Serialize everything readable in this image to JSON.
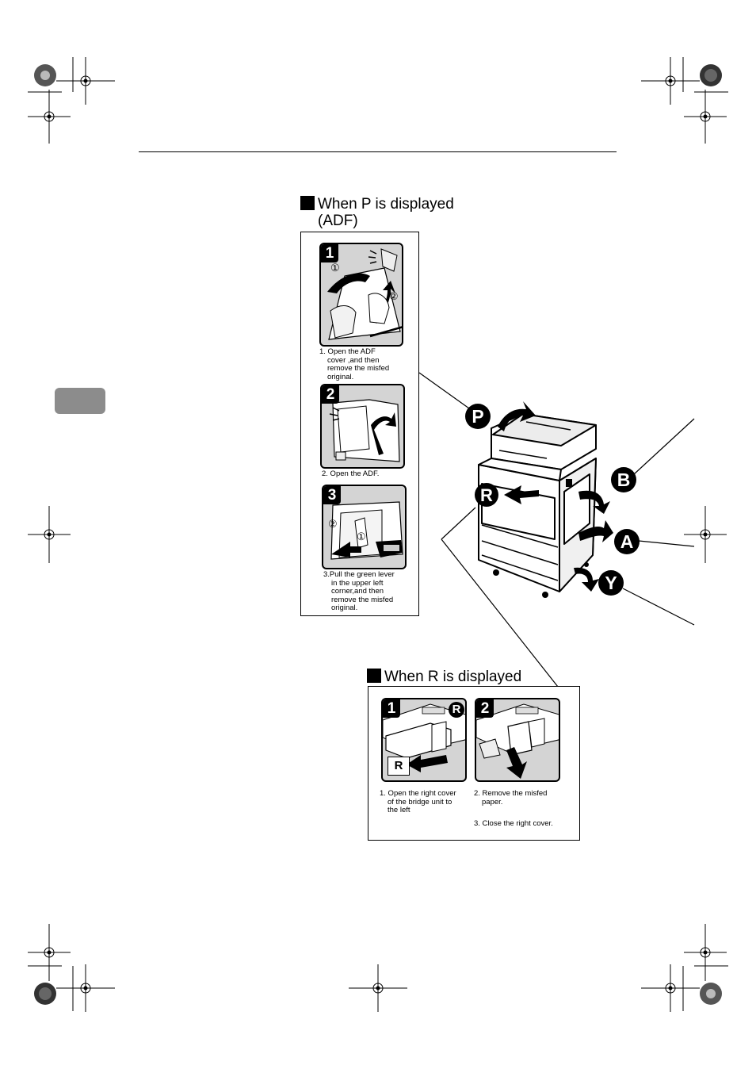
{
  "sections": {
    "adf": {
      "heading_line1": "When P is displayed",
      "heading_line2": "(ADF)",
      "steps": [
        {
          "number": "1",
          "caption_lines": [
            "1. Open the ADF",
            "cover ,and then",
            "remove the misfed",
            "original."
          ]
        },
        {
          "number": "2",
          "caption_lines": [
            "2. Open the ADF."
          ]
        },
        {
          "number": "3",
          "caption_lines": [
            "3.Pull the green lever",
            "in the upper left",
            "corner,and then",
            "remove the misfed",
            "original."
          ]
        }
      ]
    },
    "bridge": {
      "heading": "When R is displayed",
      "steps": [
        {
          "number": "1",
          "caption_lines": [
            "1. Open the right cover",
            "of the bridge unit to",
            "the left"
          ]
        },
        {
          "number": "2",
          "caption_lines": [
            "2. Remove the misfed",
            "paper."
          ]
        }
      ],
      "step3_caption": "3. Close the right cover."
    }
  },
  "location_markers": [
    "P",
    "R",
    "B",
    "A",
    "Y"
  ],
  "step_markers": {
    "circled_1": "①",
    "circled_2": "②",
    "r_badge": "R",
    "r_label": "R"
  }
}
